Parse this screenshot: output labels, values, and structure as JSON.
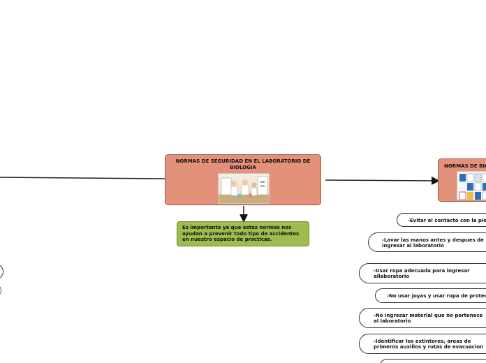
{
  "main_topic": {
    "title": "NORMAS DE SEGURIDAD EN EL LABORATORIO DE BIOLOGIA",
    "color": "#e3917a"
  },
  "note": {
    "text": "Es importante ya que estas normas nos ayudan a prevenir todo tipo de accidentes en nuestro espacio de practicas.",
    "color": "#9fbd4f"
  },
  "right_topic": {
    "title": "NORMAS DE BIO",
    "color": "#e3917a"
  },
  "rules": [
    "-Evitar el contacto con la pie",
    "-Lavar las manos antes y despues de ingresar al laboratorio",
    "-Usar ropa adecuada para ingresar allaboratorio",
    "-No usar joyas y usar ropa de protecc",
    "-No ingresar material que no pertenece al laboratorio",
    "-Identificar los extintores, areas de primeros auxilios y rutas de evacuacion"
  ]
}
